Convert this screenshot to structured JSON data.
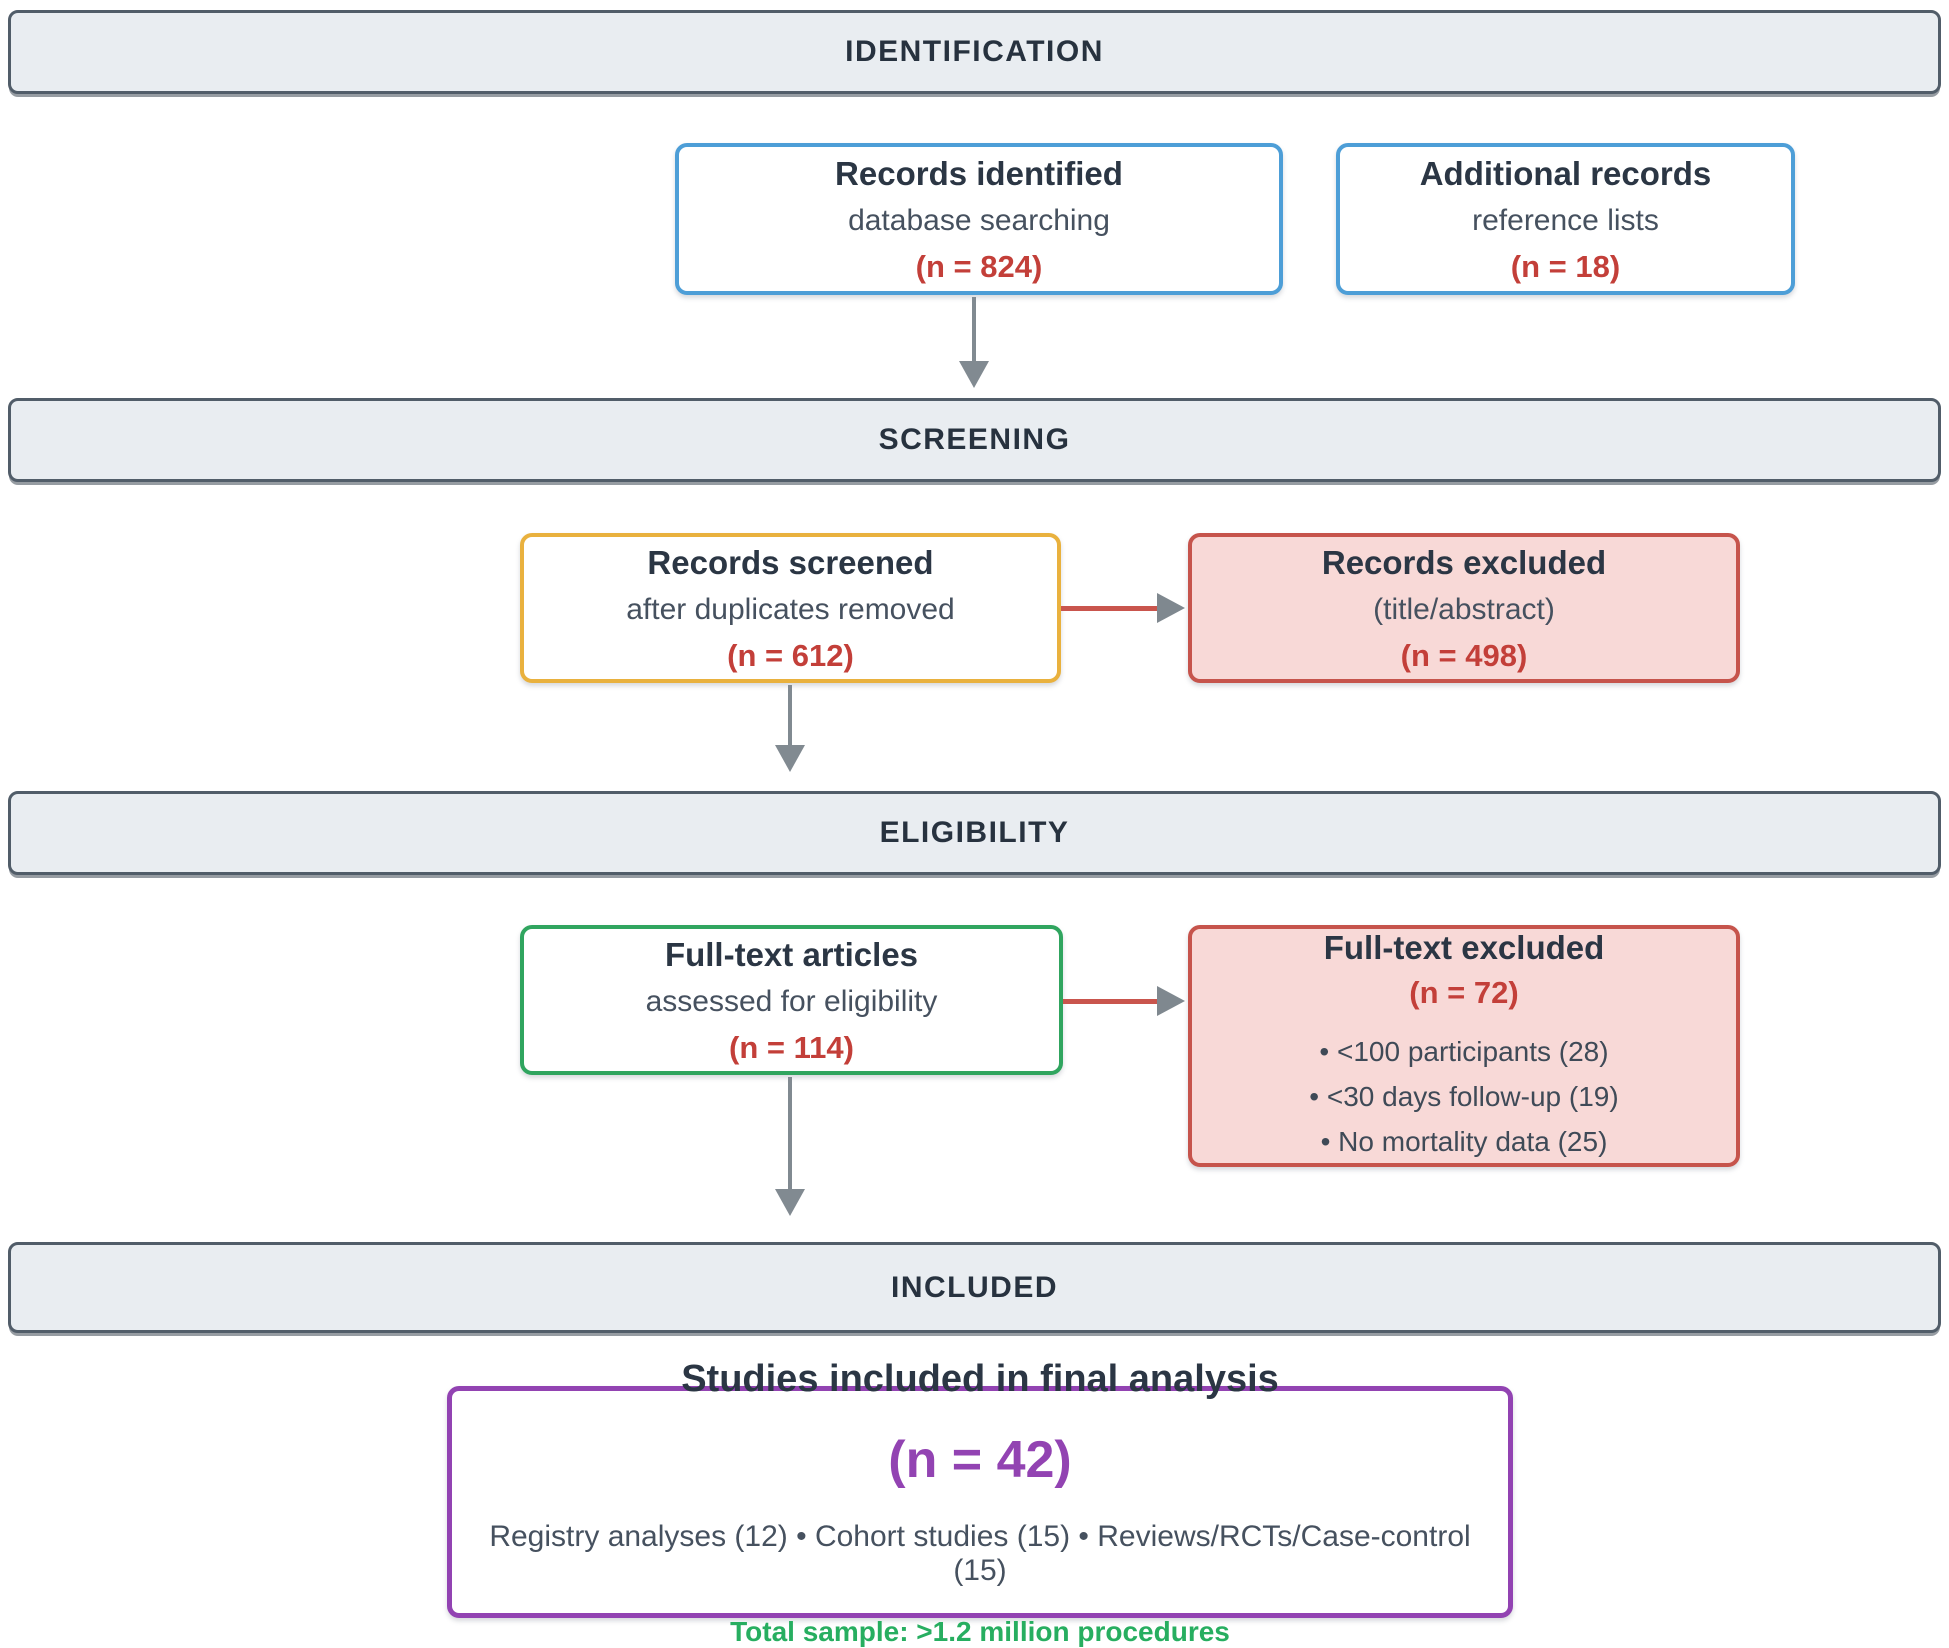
{
  "stages": {
    "identification": {
      "label": "IDENTIFICATION"
    },
    "screening": {
      "label": "SCREENING"
    },
    "eligibility": {
      "label": "ELIGIBILITY"
    },
    "included": {
      "label": "INCLUDED"
    }
  },
  "boxes": {
    "records_identified": {
      "title": "Records identified",
      "subtitle": "database searching",
      "count": "(n = 824)"
    },
    "additional_records": {
      "title": "Additional records",
      "subtitle": "reference lists",
      "count": "(n = 18)"
    },
    "records_screened": {
      "title": "Records screened",
      "subtitle": "after duplicates removed",
      "count": "(n = 612)"
    },
    "records_excluded": {
      "title": "Records excluded",
      "subtitle": "(title/abstract)",
      "count": "(n = 498)"
    },
    "fulltext_articles": {
      "title": "Full-text articles",
      "subtitle": "assessed for eligibility",
      "count": "(n = 114)"
    },
    "fulltext_excluded": {
      "title": "Full-text excluded",
      "count": "(n = 72)",
      "reasons": [
        "• <100 participants (28)",
        "• <30 days follow-up (19)",
        "• No mortality data (25)"
      ]
    },
    "included_studies": {
      "title": "Studies included in final analysis",
      "count": "(n = 42)",
      "breakdown": "Registry analyses (12) • Cohort studies (15) • Reviews/RCTs/Case-control (15)",
      "total": "Total sample: >1.2 million procedures"
    }
  },
  "colors": {
    "stage_fill": "#e9edf1",
    "stage_border": "#515d69",
    "stage_text": "#27323f",
    "blue_border": "#4d9ed7",
    "yellow_border": "#e9b13e",
    "green_border": "#30a55f",
    "red_border": "#c6544c",
    "pink_fill": "#f8d9d7",
    "purple_border": "#9243b2",
    "count_red": "#c33f39",
    "count_purple": "#9243b2",
    "total_green": "#27ae60",
    "arrow_gray": "#818a91",
    "arrow_red": "#c9554d"
  }
}
